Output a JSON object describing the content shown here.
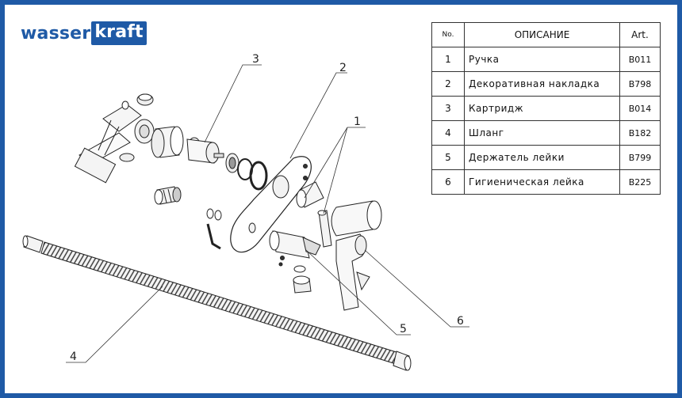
{
  "brand": {
    "logo_left": "wasser",
    "logo_right": "kraft",
    "color": "#1f5aa6"
  },
  "table": {
    "headers": {
      "no": "No.",
      "description": "ОПИСАНИЕ",
      "art": "Art."
    },
    "rows": [
      {
        "no": "1",
        "description": "Ручка",
        "art": "B011"
      },
      {
        "no": "2",
        "description": "Декоративная накладка",
        "art": "B798"
      },
      {
        "no": "3",
        "description": "Картридж",
        "art": "B014"
      },
      {
        "no": "4",
        "description": "Шланг",
        "art": "B182"
      },
      {
        "no": "5",
        "description": "Держатель лейки",
        "art": "B799"
      },
      {
        "no": "6",
        "description": "Гигиеническая лейка",
        "art": "B225"
      }
    ]
  },
  "callouts": [
    "1",
    "2",
    "3",
    "4",
    "5",
    "6"
  ]
}
